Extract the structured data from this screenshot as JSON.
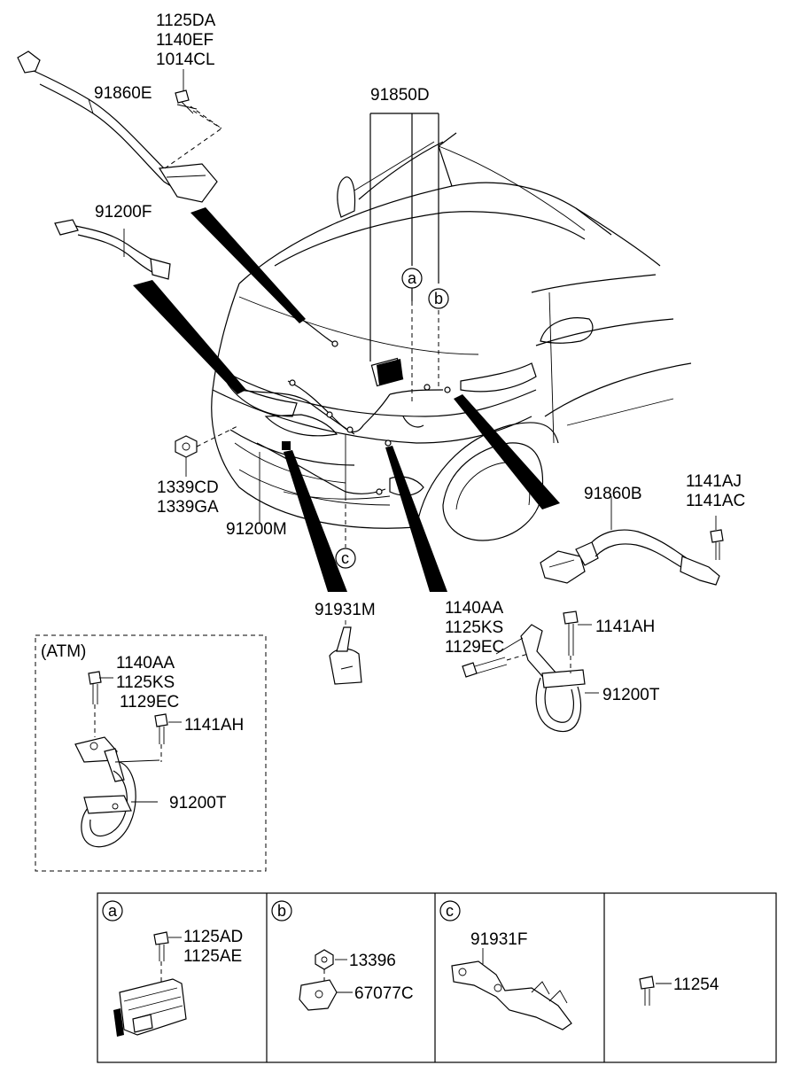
{
  "callouts": {
    "bolt_group_top": [
      "1125DA",
      "1140EF",
      "1014CL"
    ],
    "battery_cable_top": "91860E",
    "harness_main": "91850D",
    "cable_left": "91200F",
    "nut_group": [
      "1339CD",
      "1339GA"
    ],
    "harness_front": "91200M",
    "bracket_center": "91931M",
    "battery_cable_right": "91860B",
    "bolt_group_right": [
      "1141AJ",
      "1141AC"
    ],
    "bolt_group_mid": [
      "1140AA",
      "1125KS",
      "1129EC"
    ],
    "bolt_right": "1141AH",
    "ground_cable_right": "91200T",
    "circle_a": "a",
    "circle_b": "b",
    "circle_c": "c"
  },
  "atm_box": {
    "title": "(ATM)",
    "bolt_group": [
      "1140AA",
      "1125KS",
      "1129EC"
    ],
    "bolt": "1141AH",
    "cable": "91200T"
  },
  "detail_panels": [
    {
      "letter": "a",
      "labels": [
        "1125AD",
        "1125AE"
      ]
    },
    {
      "letter": "b",
      "labels": [
        "13396",
        "67077C"
      ]
    },
    {
      "letter": "c",
      "labels": [
        "91931F"
      ]
    },
    {
      "letter": "",
      "labels": [
        "11254"
      ]
    }
  ]
}
